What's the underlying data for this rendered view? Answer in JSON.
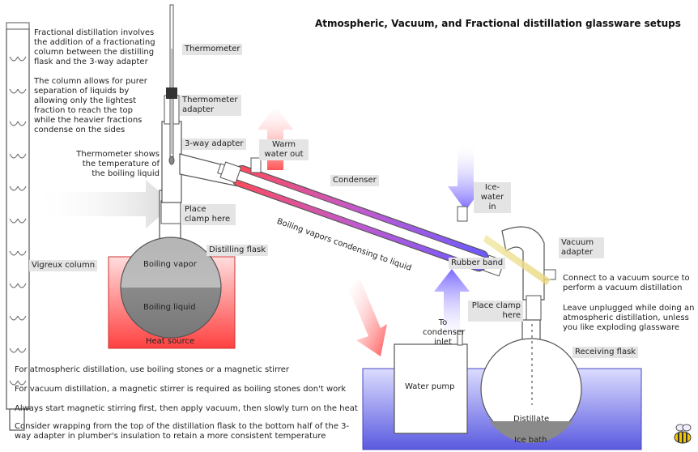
{
  "title": "Atmospheric, Vacuum, and Fractional distillation glassware setups",
  "colors": {
    "heat_source": "#ff4a4a",
    "ice_bath": "#6a6ae8",
    "warm_water": "#ff6a6a",
    "ice_water": "#7a6aff",
    "glass_stroke": "#555555",
    "glass_fill": "#ffffff",
    "liquid_fill": "#7a7a7a",
    "vapor_fill": "#b0b0b0",
    "label_bg": "#e4e4e4"
  },
  "fractional_notes": {
    "paragraph_1": "Fractional distillation involves the addition of a fractionating column between the distilling flask and the 3-way adapter",
    "paragraph_2": "The column allows for purer separation of liquids by allowing only the lightest fraction to reach the top while the heavier fractions condense on the sides"
  },
  "labels": {
    "thermometer": "Thermometer",
    "thermometer_adapter": "Thermometer adapter",
    "three_way_adapter": "3-way adapter",
    "thermometer_shows": "Thermometer shows the temperature of the boiling liquid",
    "place_clamp_left": "Place clamp here",
    "distilling_flask": "Distilling flask",
    "boiling_vapor": "Boiling vapor",
    "boiling_liquid": "Boiling liquid",
    "heat_source": "Heat source",
    "vigreux_column": "Vigreux column",
    "warm_water_out": "Warm water out",
    "condenser": "Condenser",
    "boiling_vapors_condensing": "Boiling vapors condensing to liquid",
    "ice_water_in": "Ice-water in",
    "vacuum_adapter": "Vacuum adapter",
    "rubber_band": "Rubber band",
    "connect_vacuum": "Connect to a vacuum source to perform a vacuum distillation",
    "leave_unplugged": "Leave unplugged while doing an atmospheric distillation, unless you like exploding glassware",
    "place_clamp_right": "Place clamp here",
    "to_condenser_inlet": "To condenser inlet",
    "receiving_flask": "Receiving flask",
    "water_pump": "Water pump",
    "distillate": "Distillate",
    "ice_bath": "Ice bath"
  },
  "bottom_notes": [
    "For atmospheric distillation, use boiling stones or a magnetic stirrer",
    "For vacuum distillation, a magnetic stirrer is required as boiling stones don't work",
    "Always start magnetic stirring first, then apply vacuum, then slowly turn on the heat",
    "Consider wrapping from the top of the distillation flask to the bottom half of the 3-way adapter in plumber's insulation to retain a more consistent temperature"
  ],
  "logo_icon": "bee-icon"
}
